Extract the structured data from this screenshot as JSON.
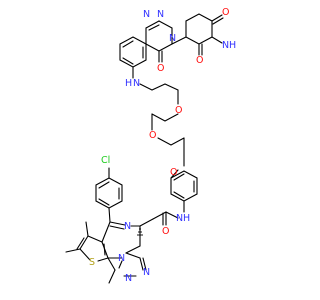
{
  "colors": {
    "bond": "#000000",
    "N": "#3333ff",
    "O": "#ff0d0d",
    "S": "#b3a21b",
    "Cl": "#1fcc1f",
    "H": "#3333ff"
  },
  "labels": {
    "n_top_1": "N",
    "n_top_2": "N",
    "n_top_3": "N",
    "o_top_keto": "O",
    "o_imide_1": "O",
    "o_imide_2": "O",
    "nh_imide": "N",
    "h_imide": "H",
    "o_quinaz": "O",
    "n_amine": "N",
    "h_amine": "H",
    "o_peg_1": "O",
    "o_peg_2": "O",
    "o_peg_3": "O",
    "cl": "Cl",
    "n_amide": "N",
    "h_amide": "H",
    "o_amide": "O",
    "n_diazepine": "N",
    "s_thio": "S",
    "n_tri_1": "N",
    "n_tri_2": "N",
    "n_tri_3": "N"
  }
}
